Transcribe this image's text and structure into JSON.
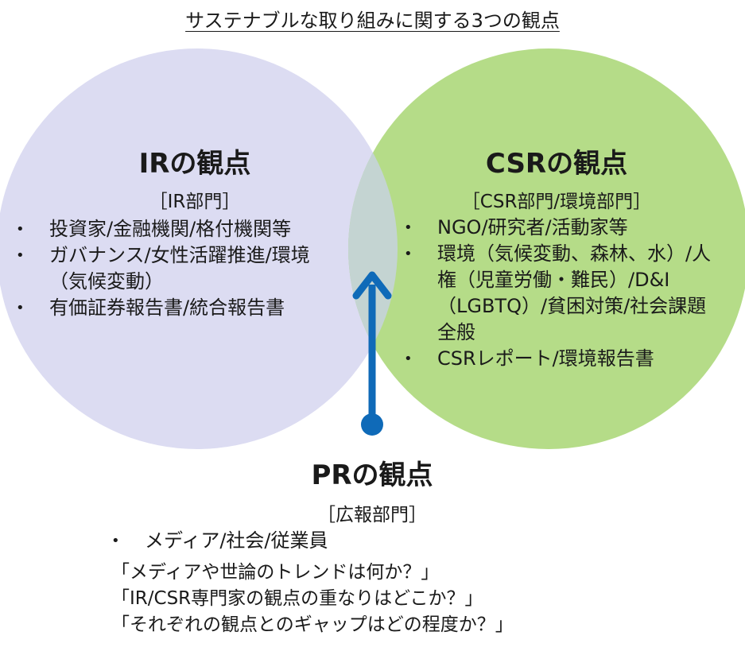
{
  "title": "サステナブルな取り組みに関する3つの観点",
  "colors": {
    "ir_circle": "#dcdcf2",
    "csr_circle": "#b5dc88",
    "overlap": "#c4d4d2",
    "arrow": "#0f6ab8"
  },
  "ir": {
    "heading": "IRの観点",
    "dept": "［IR部門］",
    "items": [
      "投資家/金融機関/格付機関等",
      "ガバナンス/女性活躍推進/環境（気候変動）",
      "有価証券報告書/統合報告書"
    ]
  },
  "csr": {
    "heading": "CSRの観点",
    "dept": "［CSR部門/環境部門］",
    "items": [
      "NGO/研究者/活動家等",
      "環境（気候変動、森林、水）/人権（児童労働・難民）/D&I（LGBTQ）/貧困対策/社会課題全般",
      "CSRレポート/環境報告書"
    ]
  },
  "pr": {
    "heading": "PRの観点",
    "dept": "［広報部門］",
    "items": [
      "メディア/社会/従業員"
    ],
    "quotes": [
      "「メディアや世論のトレンドは何か？」",
      "「IR/CSR専門家の観点の重なりはどこか？」",
      "「それぞれの観点とのギャップはどの程度か？」"
    ]
  },
  "bullet": "•"
}
